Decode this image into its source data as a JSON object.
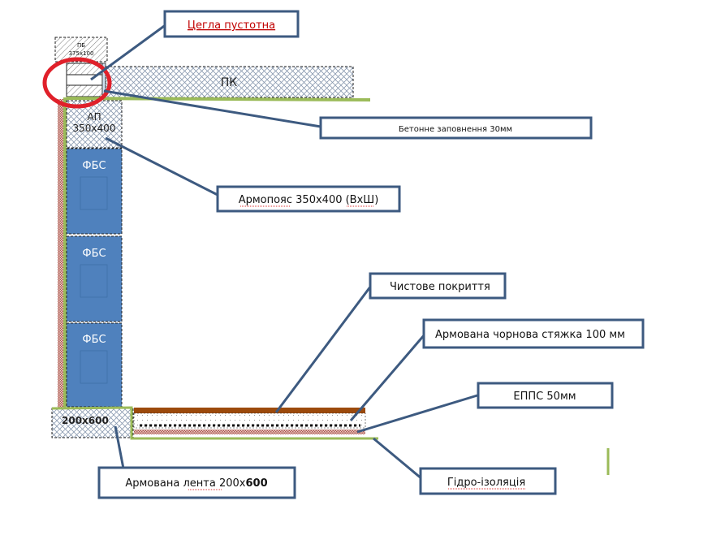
{
  "diagram": {
    "title": "Foundation wall section",
    "structure": {
      "top_block": {
        "line1": "ПБ",
        "line2": "375x100"
      },
      "slab": "ПК",
      "armopoyas": {
        "line1": "АП",
        "line2": "350x400"
      },
      "fbs_blocks": [
        "ФБС",
        "ФБС",
        "ФБС"
      ],
      "strip_footing": "200x600"
    },
    "callouts": [
      {
        "id": "brick",
        "text": "Цегла пустотна",
        "color": "#c00000",
        "underline": true
      },
      {
        "id": "concrete-fill",
        "text": "Бетонне заповнення 30мм"
      },
      {
        "id": "armopoyas",
        "text": "Армопояс  350x400 (ВхШ)"
      },
      {
        "id": "finish",
        "text": "Чистове покриття"
      },
      {
        "id": "screed",
        "text": "Армована чорнова стяжка 100 мм"
      },
      {
        "id": "epps",
        "text": "ЕППС 50мм"
      },
      {
        "id": "footing",
        "text_regular": "Армована лента 200x",
        "text_bold": "600"
      },
      {
        "id": "waterproofing",
        "text": "Гідро-ізоляція"
      }
    ],
    "colors": {
      "callout_border": "#3d5a80",
      "fbs_fill": "#4f81bd",
      "highlight_circle": "#e0202a",
      "waterproof_line": "#9bbb59",
      "finish_floor": "#9c4a0c",
      "brick_hatch": "#b05050"
    }
  }
}
